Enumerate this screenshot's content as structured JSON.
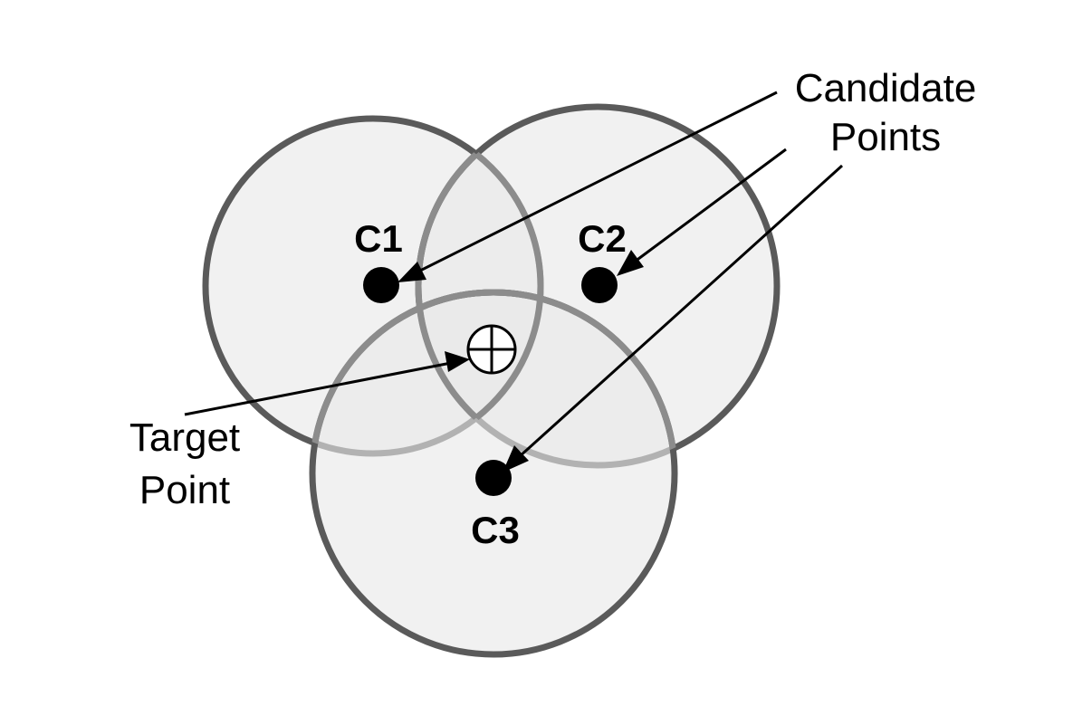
{
  "labels": {
    "candidate_line1": "Candidate",
    "candidate_line2": "Points",
    "target_line1": "Target",
    "target_line2": "Point"
  },
  "candidates": [
    {
      "id": "c1",
      "label": "C1"
    },
    {
      "id": "c2",
      "label": "C2"
    },
    {
      "id": "c3",
      "label": "C3"
    }
  ],
  "colors": {
    "disk_fill": "#e8e8e8",
    "outer_stroke": "#5a5a5a",
    "inner_stroke": "#8c8c8c",
    "marker": "#000000"
  },
  "icons": {
    "target": "circle-crosshair-icon",
    "candidate": "filled-dot-icon"
  }
}
